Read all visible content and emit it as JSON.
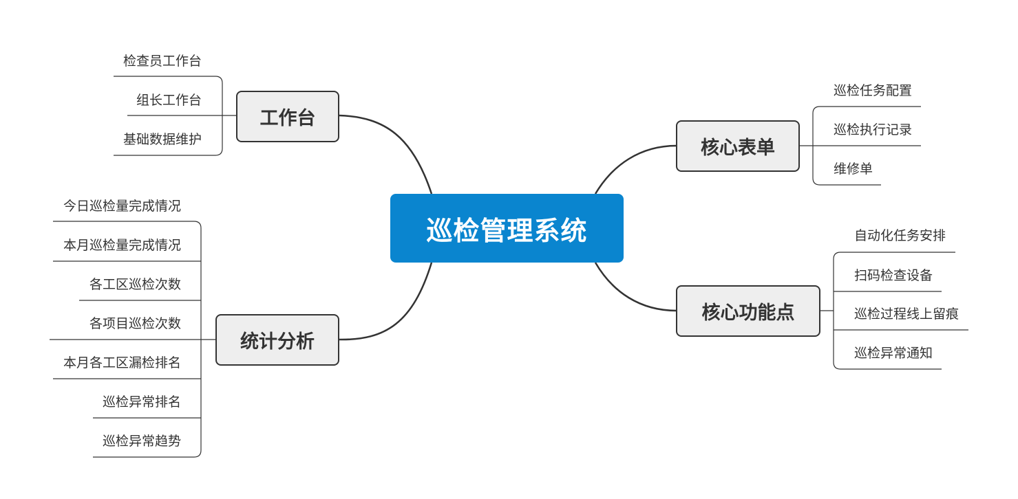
{
  "central": {
    "label": "巡检管理系统",
    "color": "#0a85cf"
  },
  "branches": {
    "workbench": {
      "label": "工作台",
      "items": [
        "检查员工作台",
        "组长工作台",
        "基础数据维护"
      ]
    },
    "statistics": {
      "label": "统计分析",
      "items": [
        "今日巡检量完成情况",
        "本月巡检量完成情况",
        "各工区巡检次数",
        "各项目巡检次数",
        "本月各工区漏检排名",
        "巡检异常排名",
        "巡检异常趋势"
      ]
    },
    "core_forms": {
      "label": "核心表单",
      "items": [
        "巡检任务配置",
        "巡检执行记录",
        "维修单"
      ]
    },
    "core_features": {
      "label": "核心功能点",
      "items": [
        "自动化任务安排",
        "扫码检查设备",
        "巡检过程线上留痕",
        "巡检异常通知"
      ]
    }
  }
}
